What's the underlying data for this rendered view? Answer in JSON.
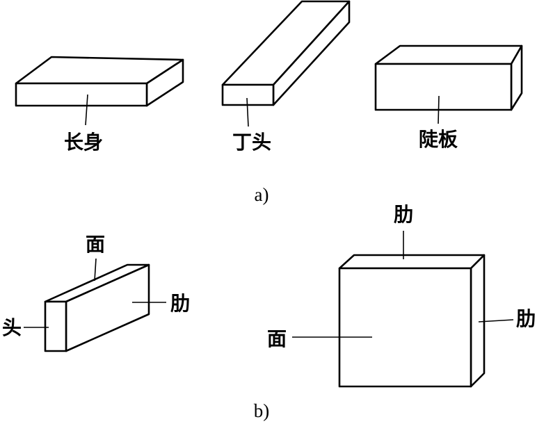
{
  "panel_a": {
    "caption": "a)",
    "labels": {
      "stretcher": "长身",
      "header": "丁头",
      "soldier": "陡板"
    }
  },
  "panel_b": {
    "caption": "b)",
    "labels": {
      "top_face": "面",
      "end": "头",
      "side_edge": "肋",
      "front_face": "面",
      "top_edge": "肋",
      "right_edge": "肋"
    }
  }
}
